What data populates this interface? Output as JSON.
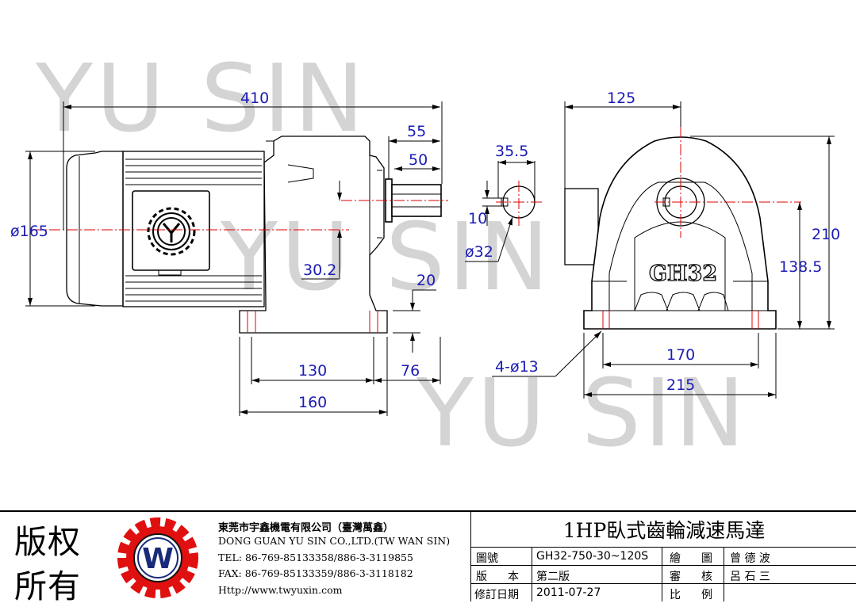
{
  "watermark": [
    "YU SIN",
    "YU SIN",
    "YU SIN"
  ],
  "dimensions": {
    "overall_length": "410",
    "motor_dia": "ø165",
    "shaft_len": "55",
    "shaft_len2": "50",
    "shaft_height": "30.2",
    "base_h": "20",
    "base_hole": "130",
    "base_len": "160",
    "offset": "76",
    "key_width": "35.5",
    "key_height": "10",
    "shaft_dia": "ø32",
    "top_half": "125",
    "height_total": "210",
    "center_height": "138.5",
    "hole_span": "170",
    "base_width": "215",
    "holes": "4-ø13"
  },
  "nameplate": "GH32",
  "title_block": {
    "copyright": [
      "版权",
      "所有"
    ],
    "company_cn": "東莞市宇鑫機電有限公司（臺灣萬鑫）",
    "company_en": "DONG GUAN YU SIN CO.,LTD.(TW WAN SIN)",
    "tel": "TEL: 86-769-85133358/886-3-3119855",
    "fax": "FAX: 86-769-85133359/886-3-3118182",
    "web": "Http://www.twyuxin.com",
    "title": "1HP臥式齒輪減速馬達",
    "rows": [
      {
        "label": "圖號",
        "value": "GH32-750-30~120S",
        "label2": "繪圖",
        "value2": "曾 德 波"
      },
      {
        "label": "版本",
        "value": "第二版",
        "label2": "審核",
        "value2": "呂 石 三"
      },
      {
        "label": "修訂日期",
        "value": "2011-07-27",
        "label2": "比例",
        "value2": ""
      }
    ],
    "logo_colors": {
      "gear": "#e01010",
      "ring": "#111111",
      "letter": "#1a2a7a"
    }
  }
}
